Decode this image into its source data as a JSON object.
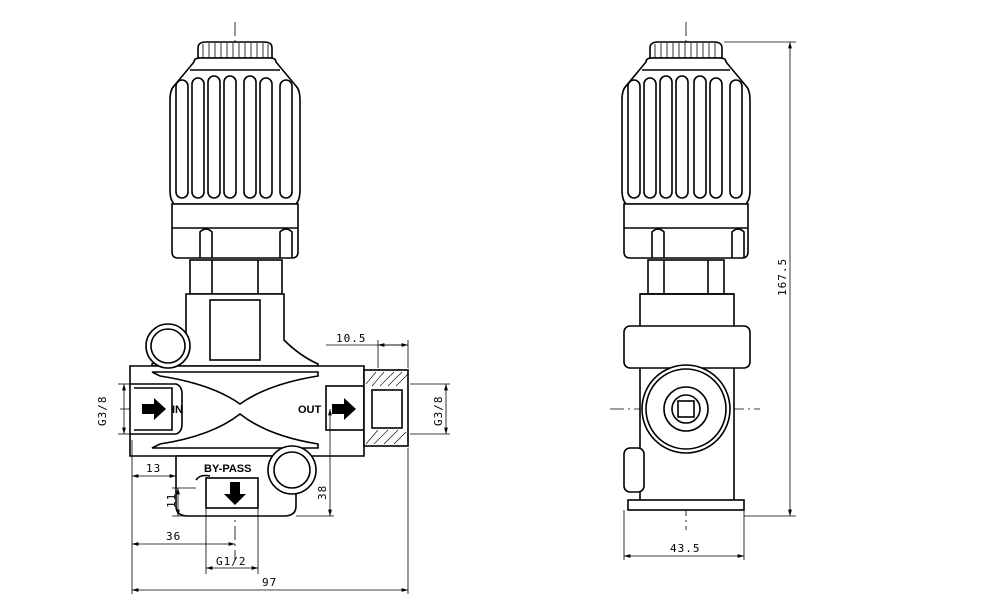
{
  "labels": {
    "inlet": "IN",
    "outlet": "OUT",
    "bypass": "BY-PASS"
  },
  "dimensions": {
    "port_in_thread": "G3/8",
    "port_out_thread": "G3/8",
    "bypass_thread": "G1/2",
    "out_offset": "10.5",
    "in_offset": "13",
    "bypass_height": "11",
    "bypass_center": "36",
    "bypass_vertical": "38",
    "overall_width": "97",
    "side_width": "43.5",
    "overall_height": "167.5"
  }
}
